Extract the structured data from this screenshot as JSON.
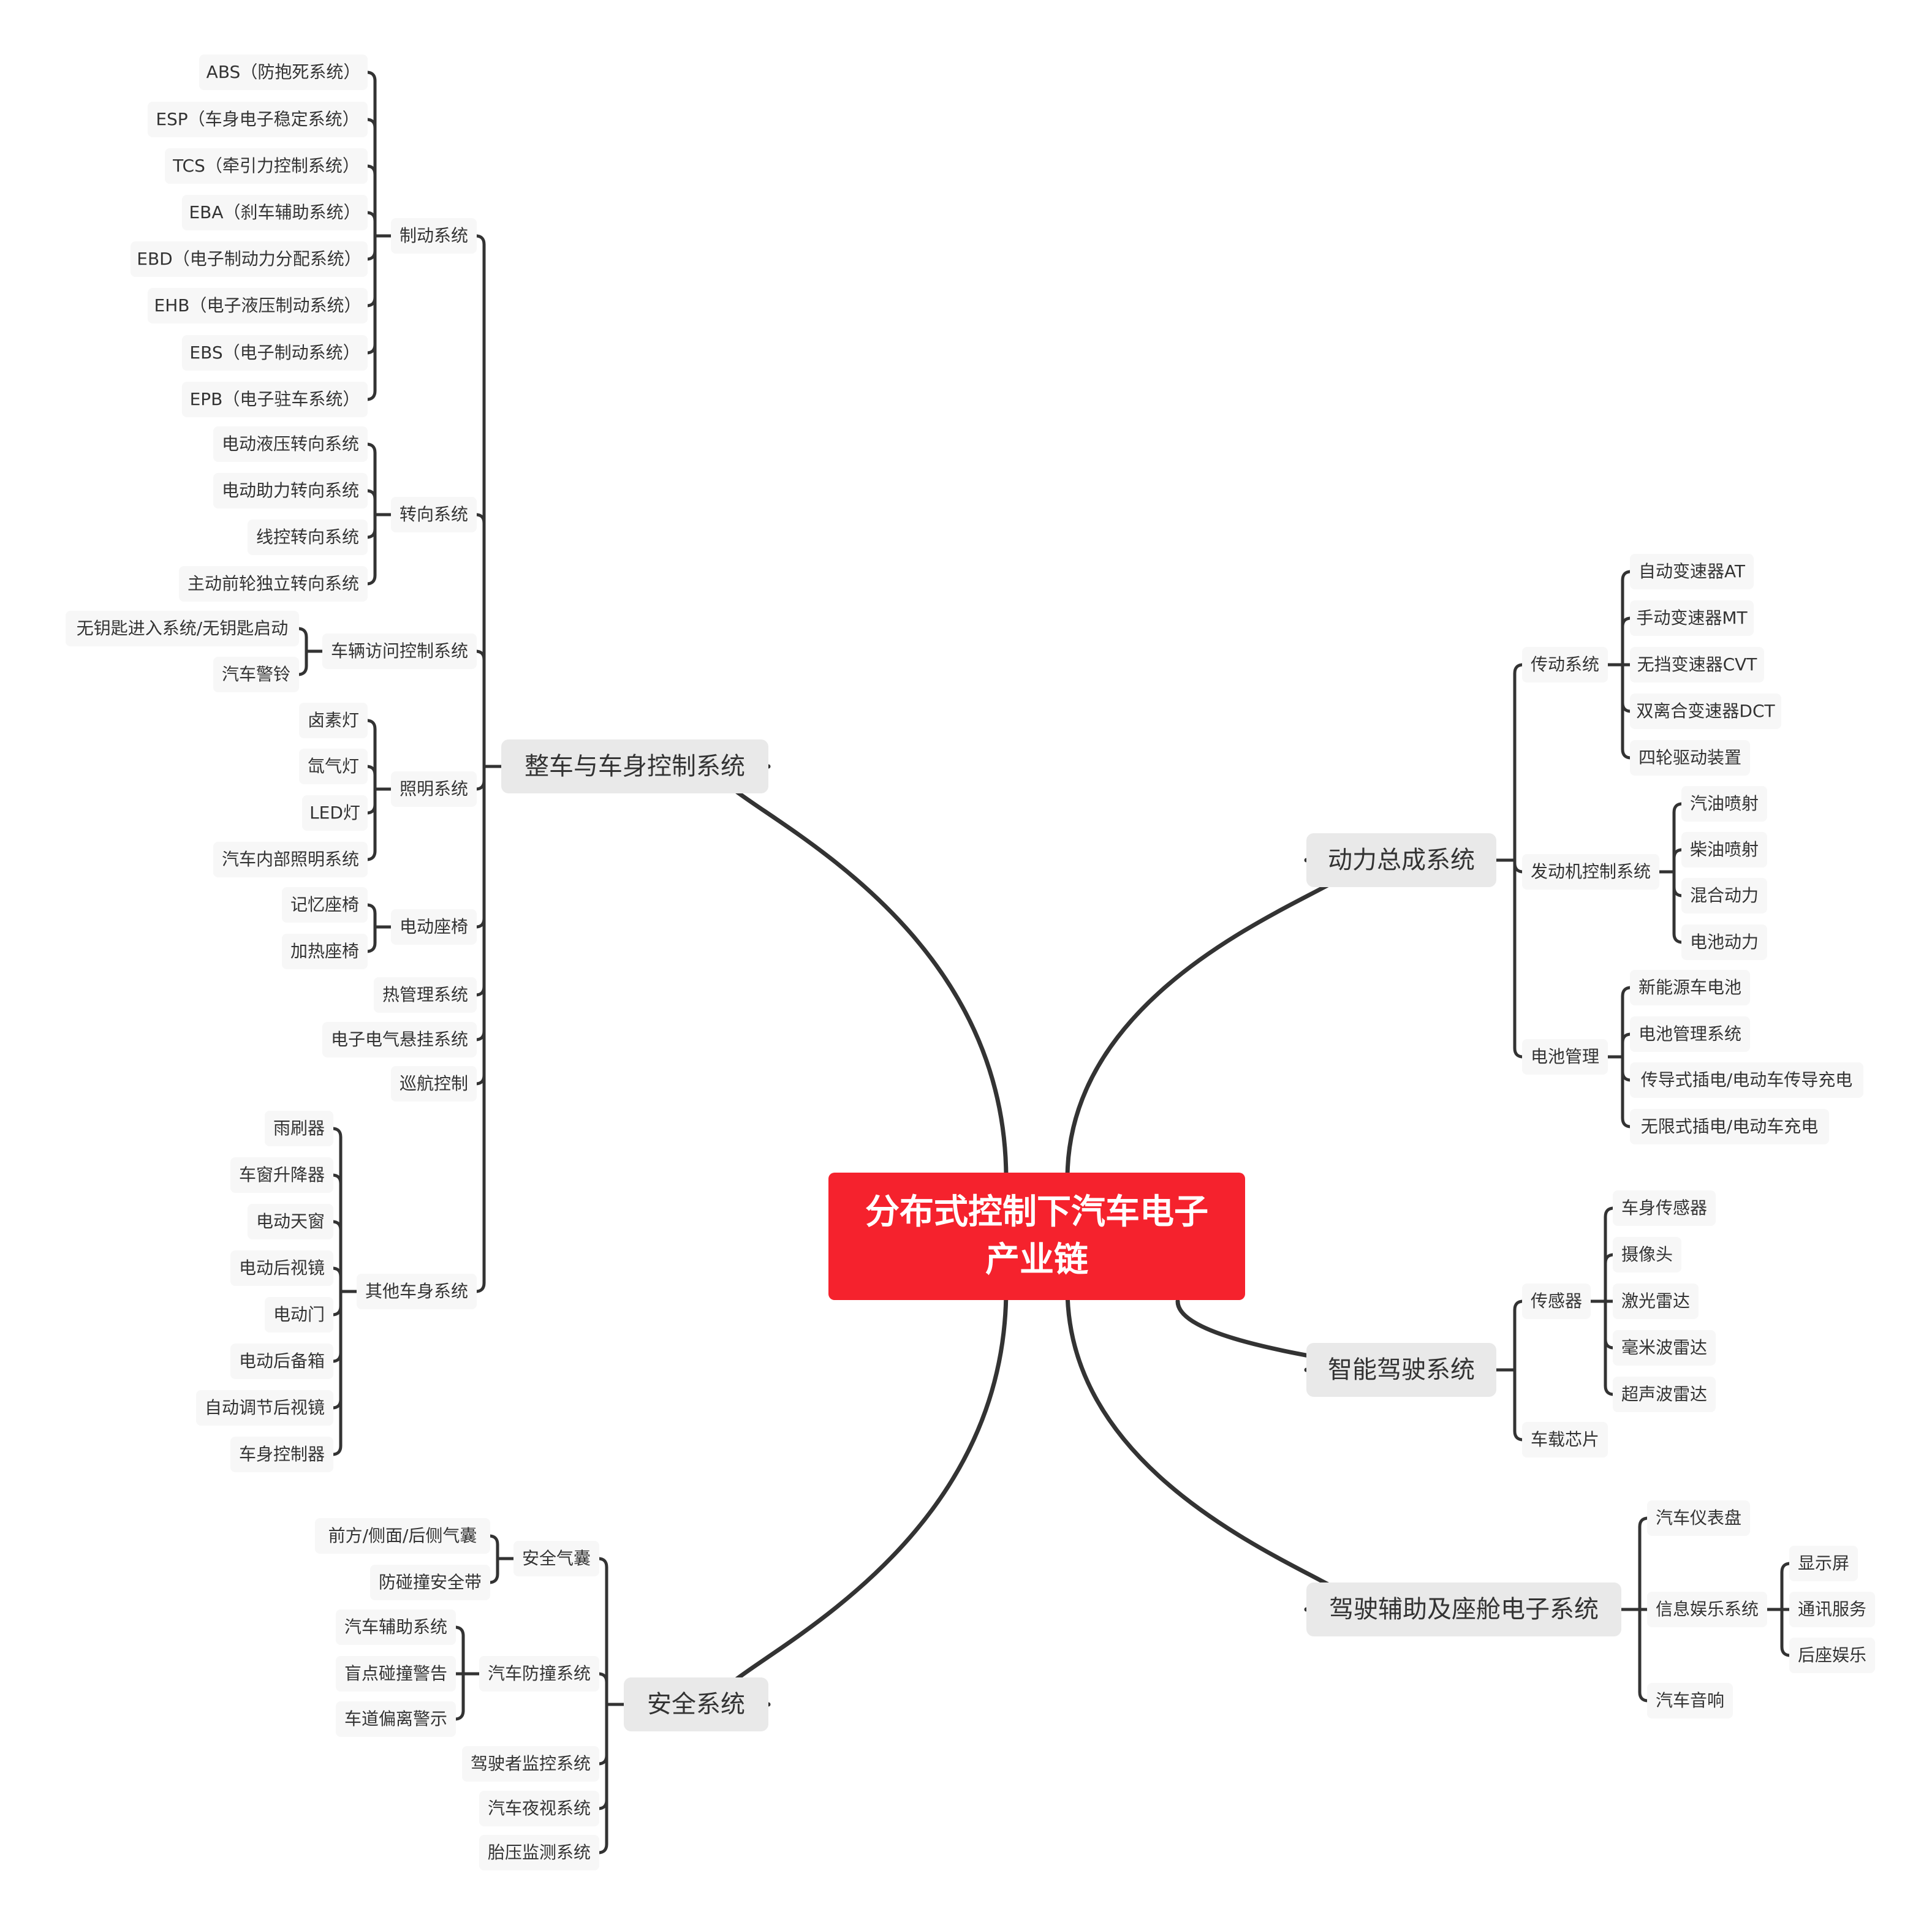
{
  "root": {
    "label": "分布式控制下汽车电子产业链"
  },
  "colors": {
    "root": "#f5222d",
    "line": "#333333",
    "l1_bg": "#e9e9e9",
    "leaf_bg": "#f7f7f7"
  },
  "branches": [
    {
      "label": "整车与车身控制系统",
      "side": "left",
      "children": [
        {
          "label": "制动系统",
          "children": [
            {
              "label": "ABS（防抱死系统）"
            },
            {
              "label": "ESP（车身电子稳定系统）"
            },
            {
              "label": "TCS（牵引力控制系统）"
            },
            {
              "label": "EBA（刹车辅助系统）"
            },
            {
              "label": "EBD（电子制动力分配系统）"
            },
            {
              "label": "EHB（电子液压制动系统）"
            },
            {
              "label": "EBS（电子制动系统）"
            },
            {
              "label": "EPB（电子驻车系统）"
            }
          ]
        },
        {
          "label": "转向系统",
          "children": [
            {
              "label": "电动液压转向系统"
            },
            {
              "label": "电动助力转向系统"
            },
            {
              "label": "线控转向系统"
            },
            {
              "label": "主动前轮独立转向系统"
            }
          ]
        },
        {
          "label": "车辆访问控制系统",
          "children": [
            {
              "label": "无钥匙进入系统/无钥匙启动"
            },
            {
              "label": "汽车警铃"
            }
          ]
        },
        {
          "label": "照明系统",
          "children": [
            {
              "label": "卤素灯"
            },
            {
              "label": "氙气灯"
            },
            {
              "label": "LED灯"
            },
            {
              "label": "汽车内部照明系统"
            }
          ]
        },
        {
          "label": "电动座椅",
          "children": [
            {
              "label": "记忆座椅"
            },
            {
              "label": "加热座椅"
            }
          ]
        },
        {
          "label": "热管理系统",
          "children": []
        },
        {
          "label": "电子电气悬挂系统",
          "children": []
        },
        {
          "label": "巡航控制",
          "children": []
        },
        {
          "label": "其他车身系统",
          "children": [
            {
              "label": "雨刷器"
            },
            {
              "label": "车窗升降器"
            },
            {
              "label": "电动天窗"
            },
            {
              "label": "电动后视镜"
            },
            {
              "label": "电动门"
            },
            {
              "label": "电动后备箱"
            },
            {
              "label": "自动调节后视镜"
            },
            {
              "label": "车身控制器"
            }
          ]
        }
      ]
    },
    {
      "label": "安全系统",
      "side": "left",
      "children": [
        {
          "label": "安全气囊",
          "children": [
            {
              "label": "前方/侧面/后侧气囊"
            },
            {
              "label": "防碰撞安全带"
            }
          ]
        },
        {
          "label": "汽车防撞系统",
          "children": [
            {
              "label": "汽车辅助系统"
            },
            {
              "label": "盲点碰撞警告"
            },
            {
              "label": "车道偏离警示"
            }
          ]
        },
        {
          "label": "驾驶者监控系统",
          "children": []
        },
        {
          "label": "汽车夜视系统",
          "children": []
        },
        {
          "label": "胎压监测系统",
          "children": []
        }
      ]
    },
    {
      "label": "动力总成系统",
      "side": "right",
      "children": [
        {
          "label": "传动系统",
          "children": [
            {
              "label": "自动变速器AT"
            },
            {
              "label": "手动变速器MT"
            },
            {
              "label": "无挡变速器CVT"
            },
            {
              "label": "双离合变速器DCT"
            },
            {
              "label": "四轮驱动装置"
            }
          ]
        },
        {
          "label": "发动机控制系统",
          "children": [
            {
              "label": "汽油喷射"
            },
            {
              "label": "柴油喷射"
            },
            {
              "label": "混合动力"
            },
            {
              "label": "电池动力"
            }
          ]
        },
        {
          "label": "电池管理",
          "children": [
            {
              "label": "新能源车电池"
            },
            {
              "label": "电池管理系统"
            },
            {
              "label": "传导式插电/电动车传导充电"
            },
            {
              "label": "无限式插电/电动车充电"
            }
          ]
        }
      ]
    },
    {
      "label": "智能驾驶系统",
      "side": "right",
      "children": [
        {
          "label": "传感器",
          "children": [
            {
              "label": "车身传感器"
            },
            {
              "label": "摄像头"
            },
            {
              "label": "激光雷达"
            },
            {
              "label": "毫米波雷达"
            },
            {
              "label": "超声波雷达"
            }
          ]
        },
        {
          "label": "车载芯片",
          "children": []
        }
      ]
    },
    {
      "label": "驾驶辅助及座舱电子系统",
      "side": "right",
      "children": [
        {
          "label": "汽车仪表盘",
          "children": []
        },
        {
          "label": "信息娱乐系统",
          "children": [
            {
              "label": "显示屏"
            },
            {
              "label": "通讯服务"
            },
            {
              "label": "后座娱乐"
            }
          ]
        },
        {
          "label": "汽车音响",
          "children": []
        }
      ]
    }
  ]
}
